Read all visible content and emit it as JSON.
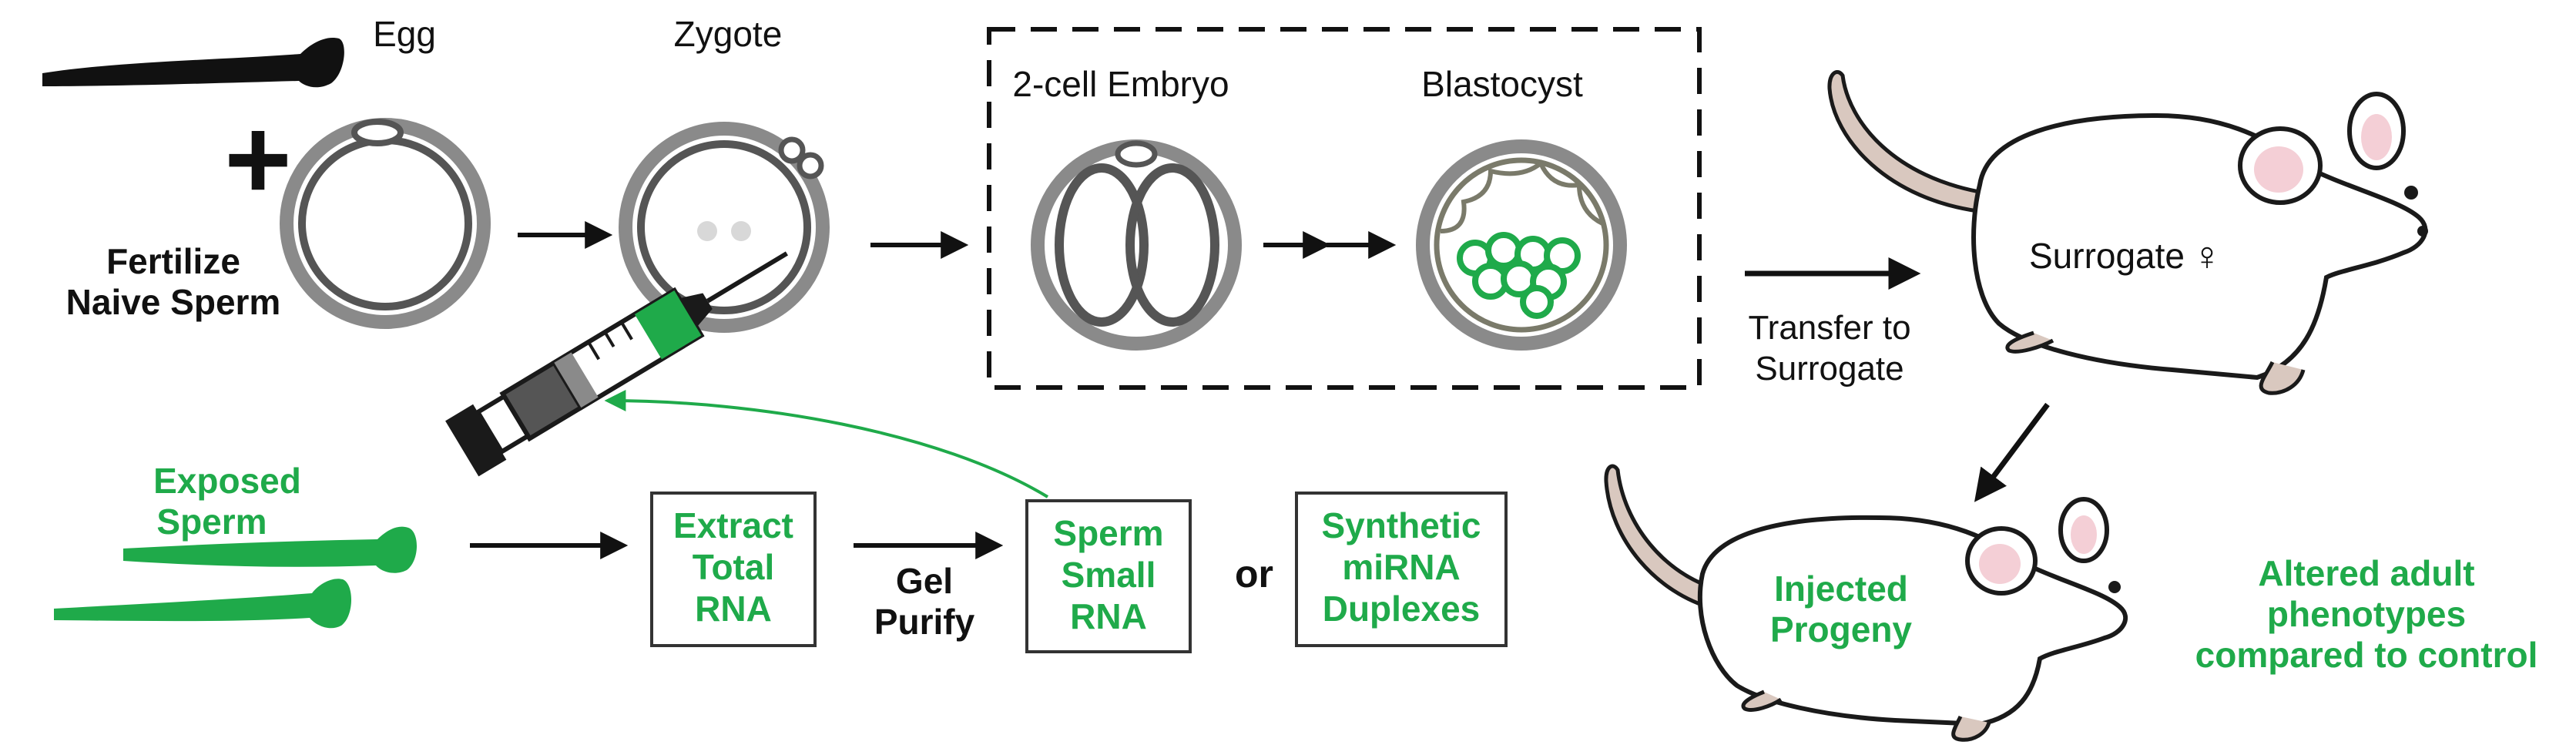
{
  "colors": {
    "black": "#111111",
    "green": "#1faa4a",
    "gray_outer": "#8a8a8a",
    "gray_inner": "#555555",
    "mouse_pink": "#f4cfd6",
    "tail": "#d9c8bf",
    "outline": "#1a1a1a"
  },
  "top_row": {
    "plus": "+",
    "fertilize_line1": "Fertilize",
    "fertilize_line2": "Naive Sperm",
    "egg_label": "Egg",
    "zygote_label": "Zygote",
    "two_cell_label": "2-cell Embryo",
    "blastocyst_label": "Blastocyst",
    "transfer_line1": "Transfer to",
    "transfer_line2": "Surrogate",
    "surrogate_label": "Surrogate",
    "female_symbol": "♀"
  },
  "bottom_row": {
    "exposed_line1": "Exposed",
    "exposed_line2": "Sperm",
    "extract_box": [
      "Extract",
      "Total",
      "RNA"
    ],
    "gel_line1": "Gel",
    "gel_line2": "Purify",
    "sperm_box": [
      "Sperm",
      "Small",
      "RNA"
    ],
    "or_label": "or",
    "synthetic_box": [
      "Synthetic",
      "miRNA",
      "Duplexes"
    ],
    "injected_line1": "Injected",
    "injected_line2": "Progeny",
    "altered_line1": "Altered adult",
    "altered_line2": "phenotypes",
    "altered_line3": "compared to control"
  }
}
